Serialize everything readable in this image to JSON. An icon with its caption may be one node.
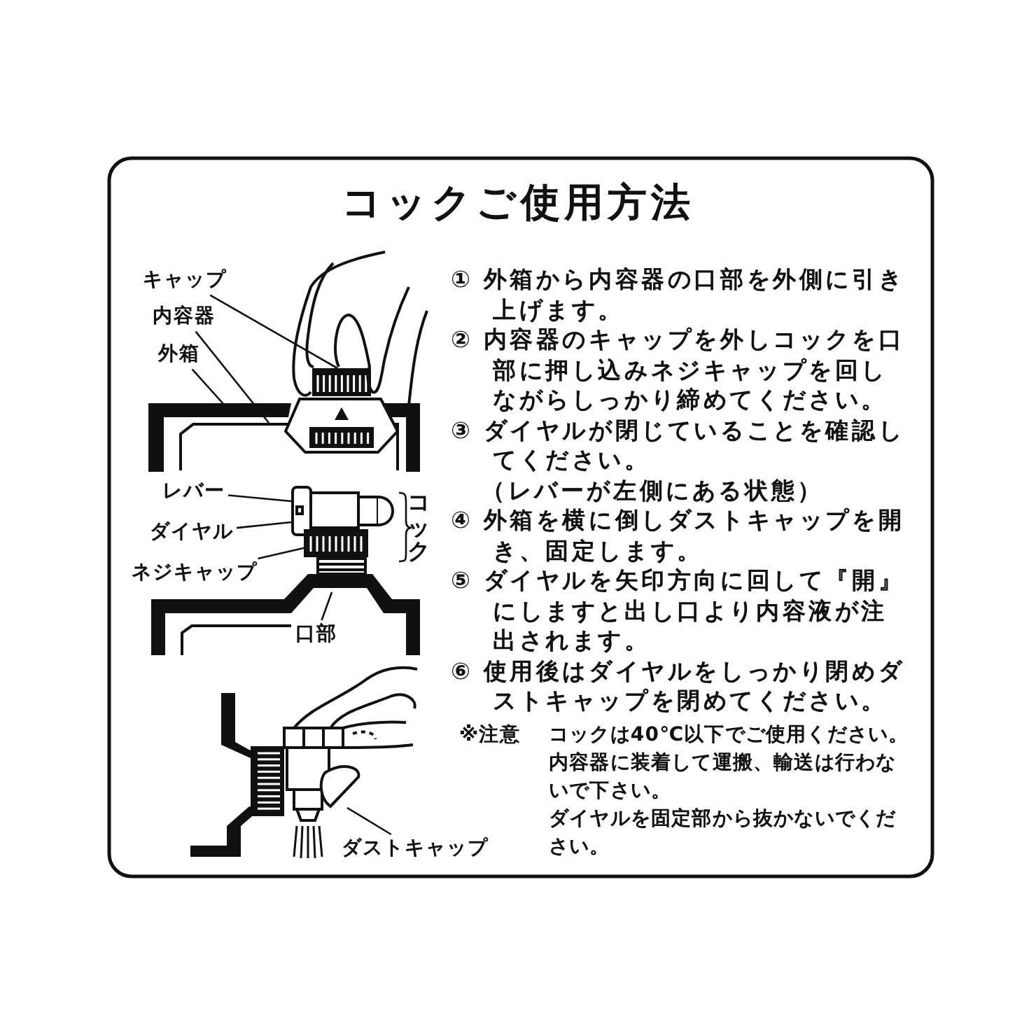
{
  "diagram": {
    "title": "コックご使用方法",
    "nodes": [
      {
        "text": [
          "キャップ"
        ]
      },
      {
        "text": [
          "内容器"
        ]
      },
      {
        "text": [
          "外箱"
        ]
      },
      {
        "text": [
          "レバー"
        ]
      },
      {
        "text": [
          "ダイヤル"
        ]
      },
      {
        "text": [
          "ネジキャップ"
        ]
      },
      {
        "text": [
          "口部"
        ]
      },
      {
        "text": [
          "ダストキャップ"
        ]
      }
    ],
    "edges": [
      {
        "from": 0,
        "to": null,
        "arrow": "none"
      },
      {
        "from": 1,
        "to": null,
        "arrow": "none"
      },
      {
        "from": 2,
        "to": null,
        "arrow": "none"
      },
      {
        "from": 3,
        "to": null,
        "arrow": "none"
      },
      {
        "from": 4,
        "to": null,
        "arrow": "none"
      },
      {
        "from": 5,
        "to": null,
        "arrow": "none"
      },
      {
        "from": 6,
        "to": null,
        "arrow": "none"
      },
      {
        "from": 7,
        "to": null,
        "arrow": "none"
      }
    ],
    "labels": [
      "コック",
      "① 外箱から内容器の口部を外側に引き上げます。",
      "② 内容器のキャップを外しコックを口部に押し込みネジキャップを回しながらしっかり締めてください。",
      "③ ダイヤルが閉じていることを確認してください。",
      "（レバーが左側にある状態）",
      "④ 外箱を横に倒しダストキャップを開き、固定します。",
      "⑤ ダイヤルを矢印方向に回して『開』にしますと出し口より内容液が注出されます。",
      "⑥ 使用後はダイヤルをしっかり閉めダストキャップを閉めてください。",
      "※注意",
      "コックは40℃以下でご使用ください。",
      "内容器に装着して運搬、輸送は行わないで下さい。",
      "ダイヤルを固定部から抜かないでください。"
    ]
  }
}
